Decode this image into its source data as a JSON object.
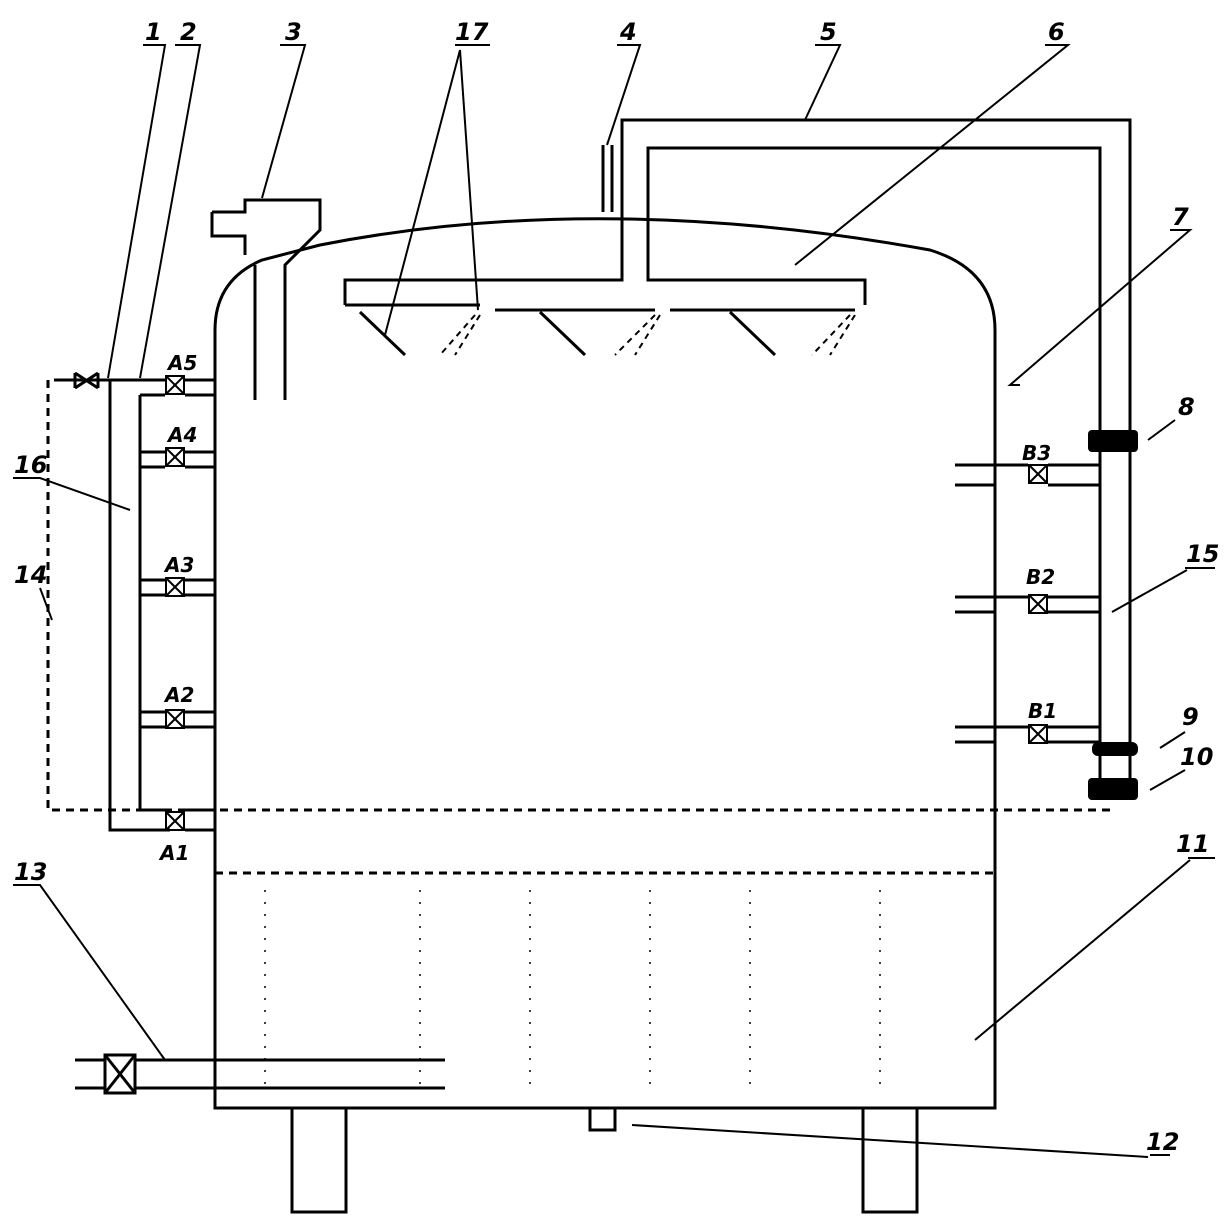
{
  "labels": {
    "n1": "1",
    "n2": "2",
    "n3": "3",
    "n4": "4",
    "n5": "5",
    "n6": "6",
    "n7": "7",
    "n8": "8",
    "n9": "9",
    "n10": "10",
    "n11": "11",
    "n12": "12",
    "n13": "13",
    "n14": "14",
    "n15": "15",
    "n16": "16",
    "n17": "17"
  },
  "valves": {
    "A1": "A1",
    "A2": "A2",
    "A3": "A3",
    "A4": "A4",
    "A5": "A5",
    "B1": "B1",
    "B2": "B2",
    "B3": "B3"
  }
}
